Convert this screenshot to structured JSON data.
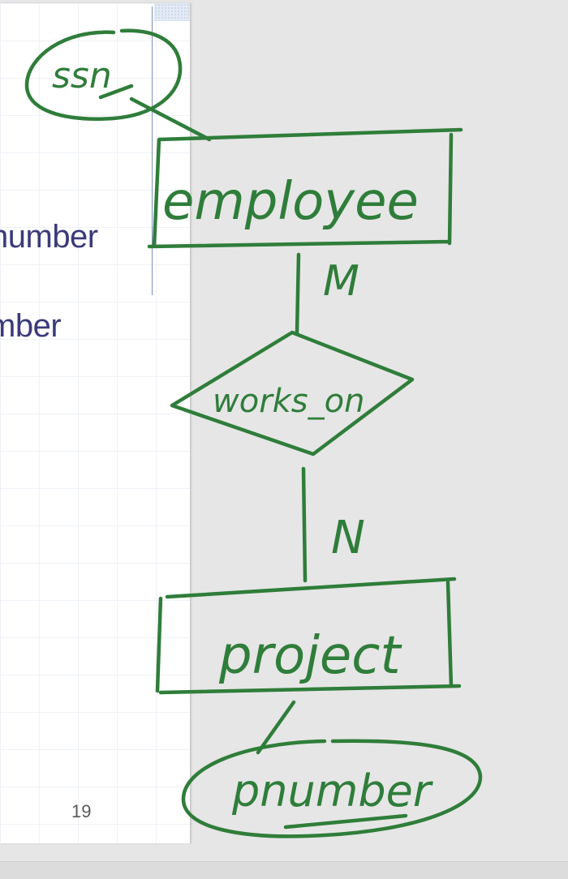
{
  "slide": {
    "lines": [
      "number",
      "mber"
    ],
    "page_number": "19"
  },
  "diagram": {
    "ink_color": "#2f7d3a",
    "attribute_top": "ssn",
    "entity_top": "employee",
    "cardinality_top": "M",
    "relationship": "works_on",
    "cardinality_bottom": "N",
    "entity_bottom": "project",
    "attribute_bottom": "pnumber"
  }
}
